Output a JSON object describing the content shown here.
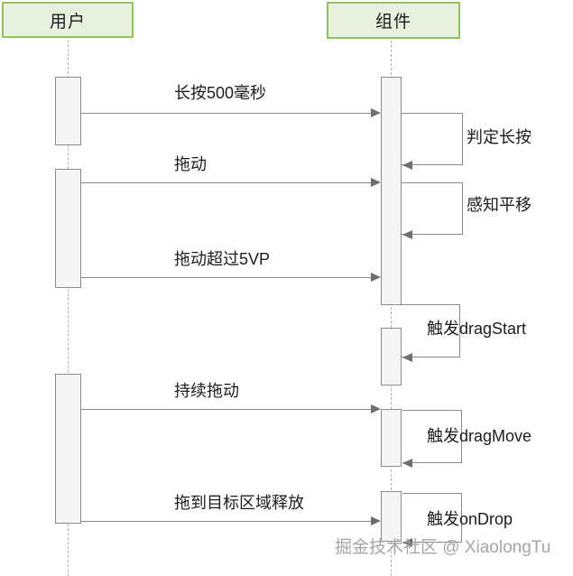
{
  "participants": {
    "user": "用户",
    "component": "组件"
  },
  "messages": {
    "long_press": "长按500毫秒",
    "judge_long_press": "判定长按",
    "drag": "拖动",
    "perceive_pan": "感知平移",
    "drag_over_5vp": "拖动超过5VP",
    "trigger_drag_start": "触发dragStart",
    "continuous_drag": "持续拖动",
    "trigger_drag_move": "触发dragMove",
    "drag_to_target_release": "拖到目标区域释放",
    "trigger_on_drop": "触发onDrop"
  },
  "watermark": "掘金技术社区 @ XiaolongTu",
  "colors": {
    "participant_fill": "#e7f1dd",
    "participant_border": "#94c25e",
    "line": "#8a8a8a",
    "arrowhead": "#6e6e6e",
    "activation_fill": "#f5f5f5",
    "activation_border": "#8c8c8c",
    "text": "#1c1c1c",
    "watermark": "#a6a6a6"
  }
}
